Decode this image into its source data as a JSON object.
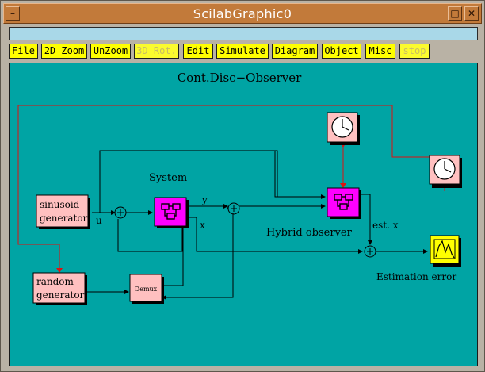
{
  "window": {
    "title": "ScilabGraphic0",
    "buttons": [
      "–",
      "□",
      "✕"
    ]
  },
  "status": {
    "text": ""
  },
  "menu": [
    {
      "label": "File",
      "enabled": true
    },
    {
      "label": "2D Zoom",
      "enabled": true
    },
    {
      "label": "UnZoom",
      "enabled": true
    },
    {
      "label": "3D Rot.",
      "enabled": false
    },
    {
      "label": "Edit",
      "enabled": true
    },
    {
      "label": "Simulate",
      "enabled": true
    },
    {
      "label": "Diagram",
      "enabled": true
    },
    {
      "label": "Object",
      "enabled": true
    },
    {
      "label": "Misc",
      "enabled": true
    },
    {
      "label": "stop",
      "enabled": false
    }
  ],
  "diagram": {
    "title": "Cont.Disc−Observer",
    "labels": {
      "system": "System",
      "hybrid_observer": "Hybrid observer",
      "estimation_error": "Estimation error",
      "est_x": "est. x",
      "y": "y",
      "x": "x",
      "u": "u"
    },
    "blocks": {
      "sinusoid_line1": "sinusoid",
      "sinusoid_line2": "generator",
      "random_line1": "random",
      "random_line2": "generator",
      "demux": "Demux"
    },
    "colors": {
      "canvas": "#00a4a4",
      "block_pink": "#ffc0c0",
      "block_magenta": "#ff00ff",
      "scope_yellow": "#ffff00",
      "event_red": "#e01010"
    },
    "icons": [
      "clock-icon",
      "clock-icon",
      "scope-icon",
      "superblock-icon",
      "superblock-icon",
      "sum-icon"
    ]
  }
}
